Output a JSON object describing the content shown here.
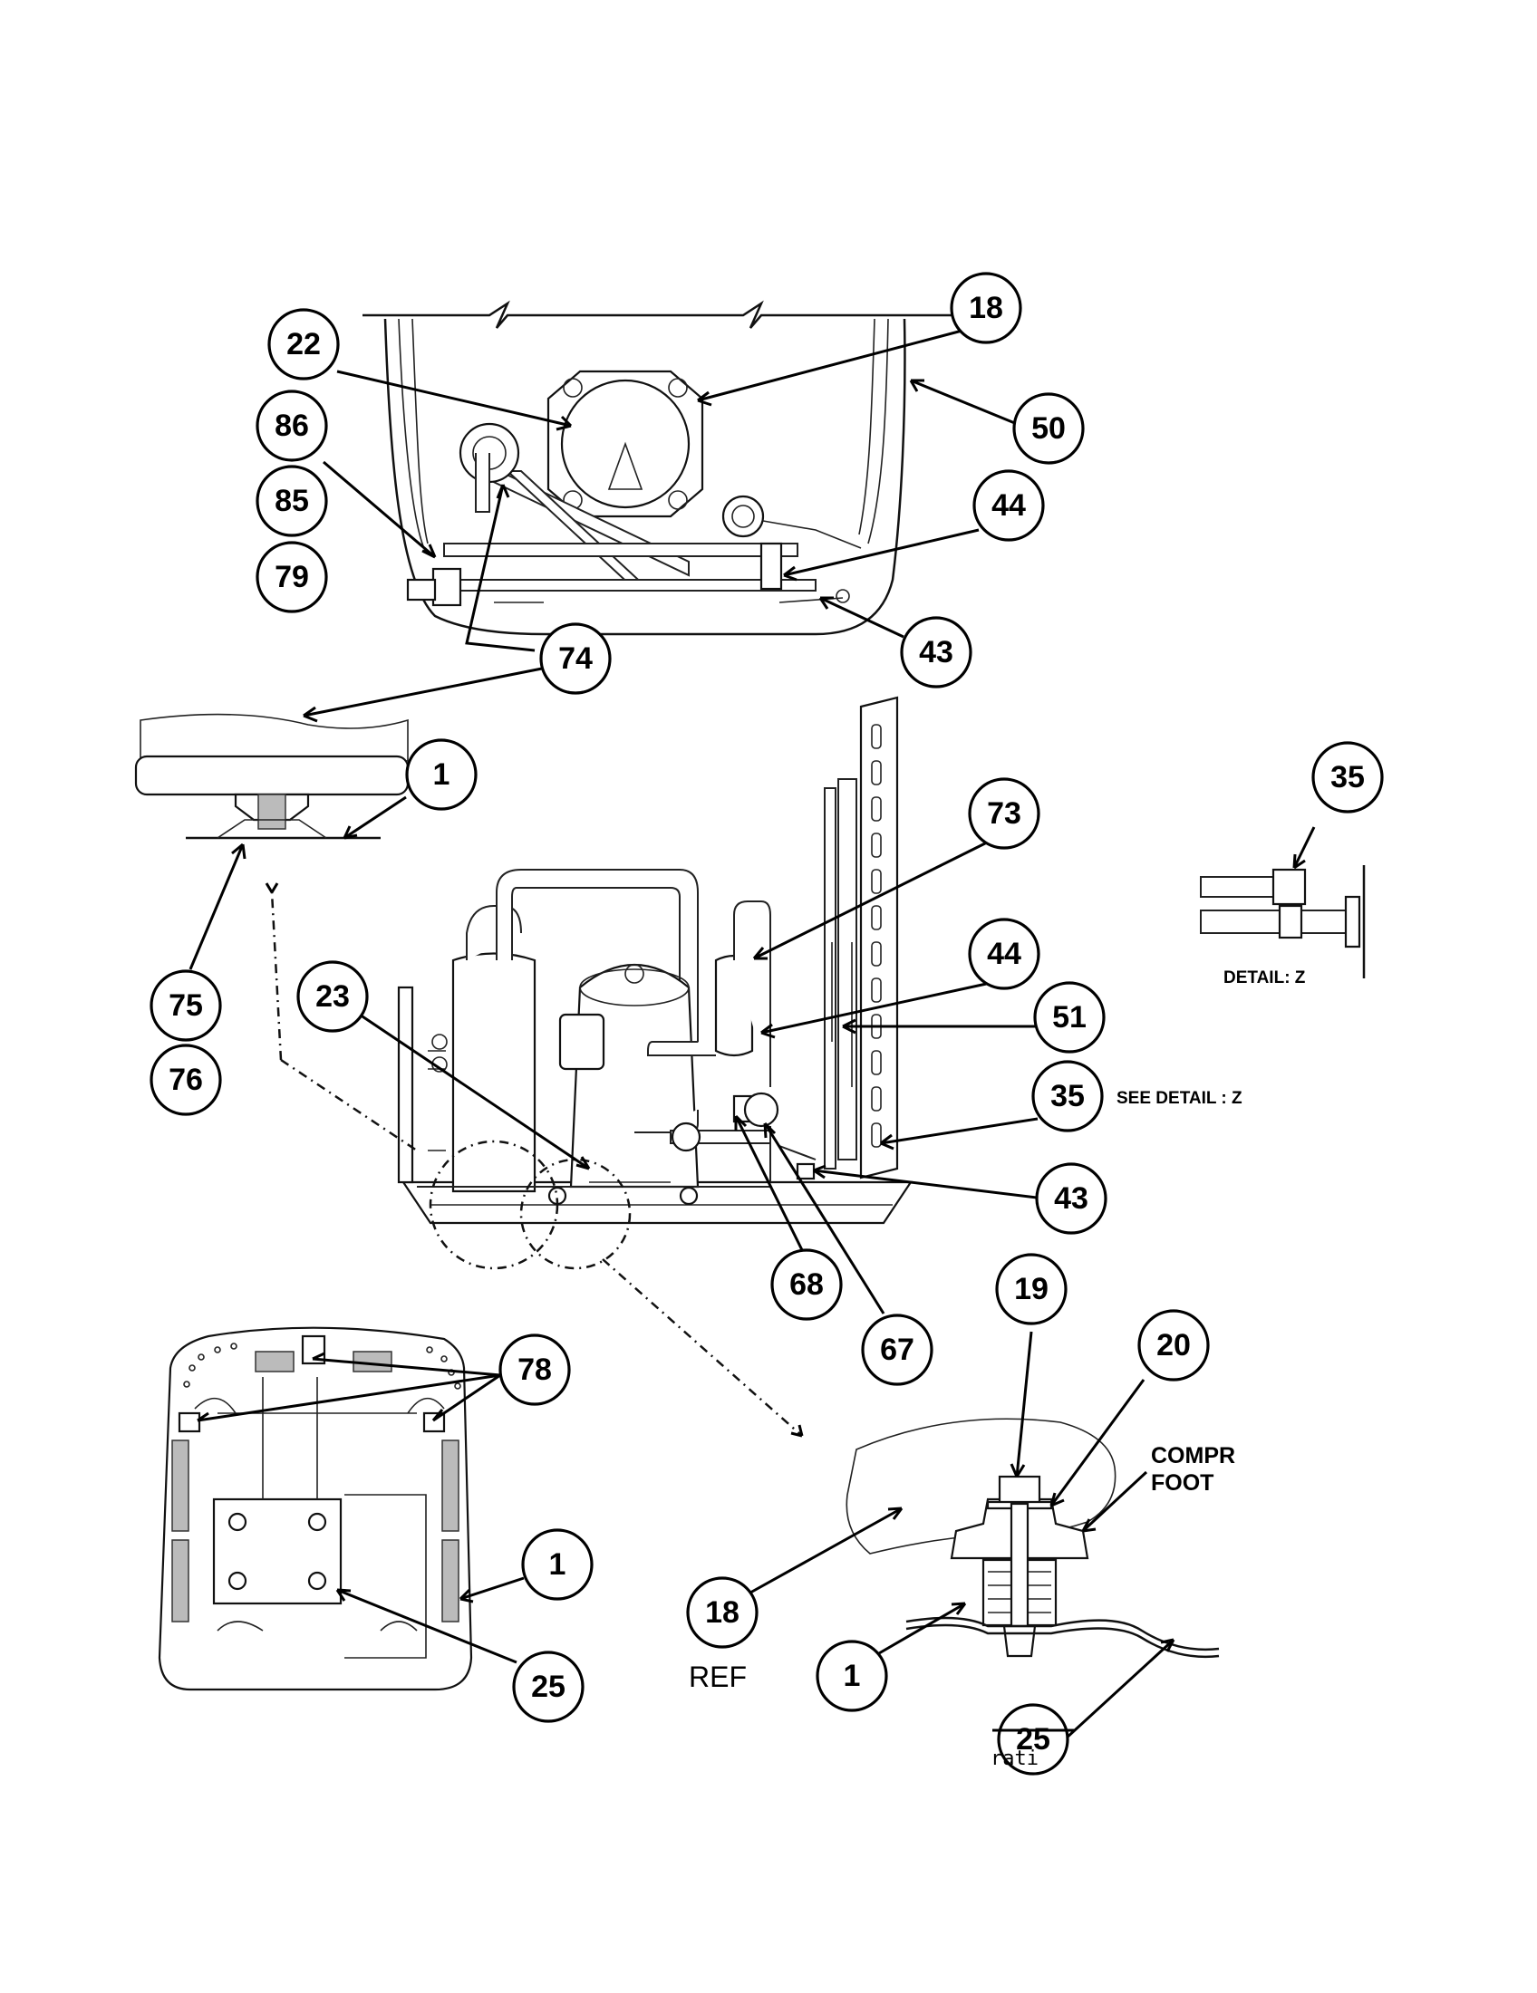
{
  "callouts": {
    "c18_top": "18",
    "c22": "22",
    "c50": "50",
    "c86": "86",
    "c85": "85",
    "c79": "79",
    "c44_top": "44",
    "c43_top": "43",
    "c74": "74",
    "c1_foot": "1",
    "c75": "75",
    "c76": "76",
    "c73": "73",
    "c35_detail": "35",
    "c23": "23",
    "c44_mid": "44",
    "c51": "51",
    "c35_mid": "35",
    "c43_mid": "43",
    "c68": "68",
    "c67": "67",
    "c78": "78",
    "c1_base": "1",
    "c25_base": "25",
    "c19": "19",
    "c20": "20",
    "c18_ref": "18",
    "c1_detail": "1",
    "c25_detail": "25"
  },
  "labels": {
    "detail_z": "DETAIL: Z",
    "see_detail_z": "SEE DETAIL : Z",
    "compr_line1": "COMPR",
    "compr_line2": "FOOT",
    "ref": "REF",
    "watermark_fragment": "rati"
  }
}
